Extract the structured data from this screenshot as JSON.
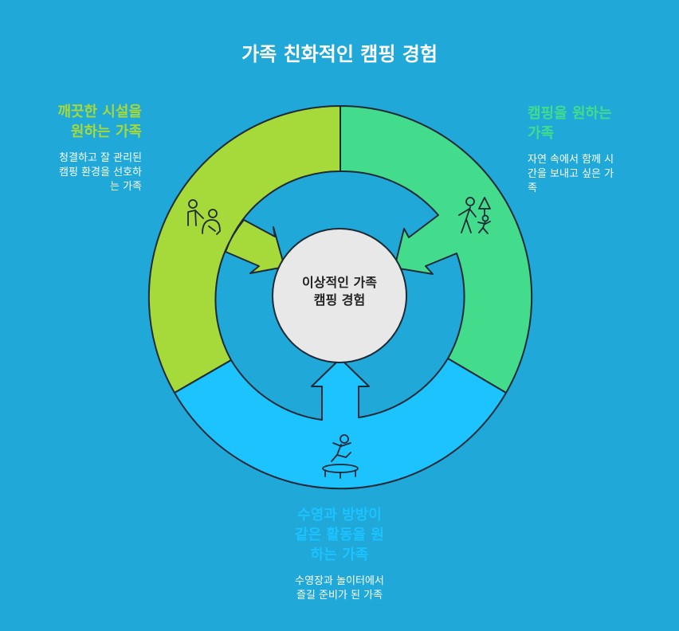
{
  "title": "가족 친화적인 캠핑 경험",
  "center": {
    "line1": "이상적인 가족",
    "line2": "캠핑 경험"
  },
  "segments": [
    {
      "id": "clean",
      "title_lines": [
        "깨끗한 시설을",
        "원하는 가족"
      ],
      "desc_lines": [
        "청결하고 잘 관리된",
        "캠핑 환경을 선호하",
        "는 가족"
      ],
      "color": "#a6d93a",
      "icon": "family-icon"
    },
    {
      "id": "camping",
      "title_lines": [
        "캠핑을 원하는",
        "가족"
      ],
      "desc_lines": [
        "자연 속에서 함께 시",
        "간을 보내고 싶은 가",
        "족"
      ],
      "color": "#42dc8c",
      "icon": "hiking-family-icon"
    },
    {
      "id": "activities",
      "title_lines": [
        "수영과 방방이",
        "같은 활동을 원",
        "하는 가족"
      ],
      "desc_lines": [
        "수영장과 놀이터에서",
        "즐길 준비가 된 가족"
      ],
      "color": "#1cc3ff",
      "icon": "trampoline-icon"
    }
  ],
  "colors": {
    "background": "#1fa8d8",
    "center_circle": "#e8e8e8",
    "outline": "#1e2a35"
  }
}
